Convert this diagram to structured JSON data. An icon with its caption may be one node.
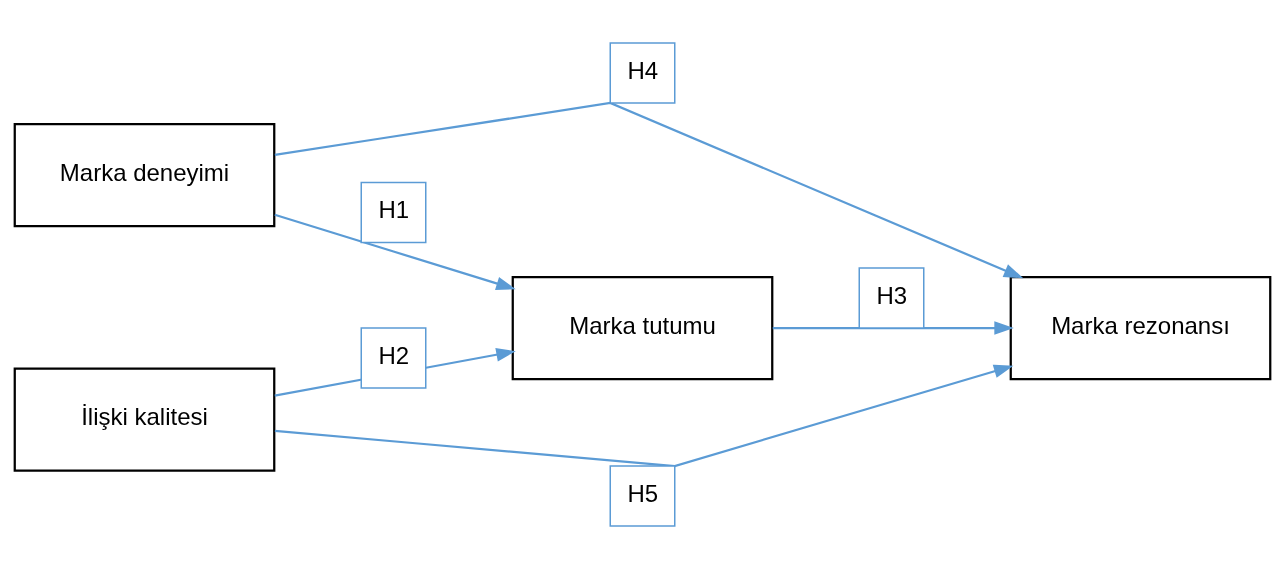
{
  "diagram": {
    "nodes": [
      {
        "text": [
          "Marka deneyimi"
        ]
      },
      {
        "text": [
          "İlişki kalitesi"
        ]
      },
      {
        "text": [
          "Marka tutumu"
        ]
      },
      {
        "text": [
          "Marka rezonansı"
        ]
      }
    ],
    "edges": [
      {
        "from": 0,
        "to": 2,
        "arrow": "to",
        "label": "H1"
      },
      {
        "from": 1,
        "to": 2,
        "arrow": "to",
        "label": "H2"
      },
      {
        "from": 2,
        "to": 3,
        "arrow": "to",
        "label": "H3"
      },
      {
        "from": 0,
        "to": 3,
        "arrow": "to",
        "label": "H4"
      },
      {
        "from": 1,
        "to": 3,
        "arrow": "to",
        "label": "H5"
      }
    ]
  }
}
